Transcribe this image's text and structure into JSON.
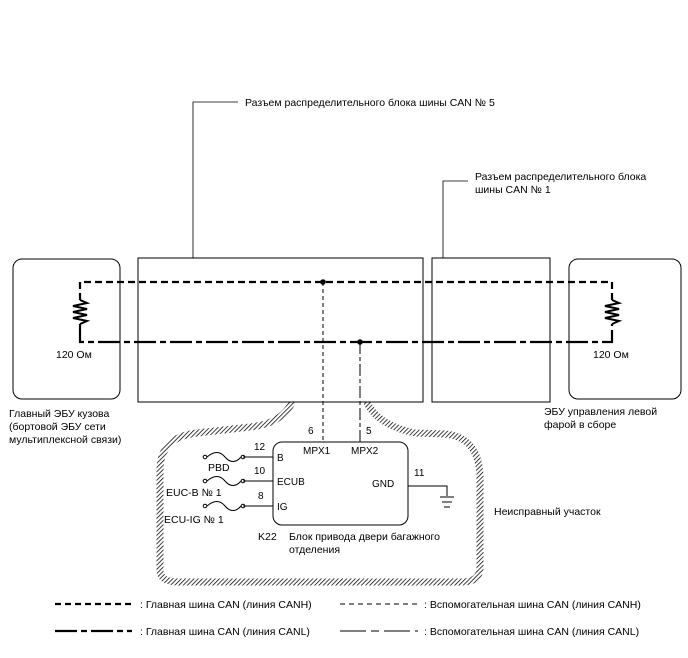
{
  "connectors": {
    "jb5": "Разъем распределительного блока шины CAN № 5",
    "jb1_line1": "Разъем распределительного блока",
    "jb1_line2": "шины CAN № 1"
  },
  "resistors": {
    "left_value": "120 Ом",
    "right_value": "120 Ом"
  },
  "ecus": {
    "main_body_line1": "Главный ЭБУ кузова",
    "main_body_line2": "(бортовой ЭБУ сети",
    "main_body_line3": "мультиплексной связи)",
    "headlamp_line1": "ЭБУ управления левой",
    "headlamp_line2": "фарой в сборе"
  },
  "door_ecu": {
    "code": "K22",
    "name_line1": "Блок привода двери багажного",
    "name_line2": "отделения",
    "pins": {
      "p6": "6",
      "p5": "5",
      "p12": "12",
      "p10": "10",
      "p8": "8",
      "p11": "11",
      "mpx1": "MPX1",
      "mpx2": "MPX2",
      "b": "B",
      "ecub": "ECUB",
      "ig": "IG",
      "gnd": "GND"
    },
    "fuses": {
      "pbd": "PBD",
      "eucb": "EUC-B № 1",
      "ecuig": "ECU-IG № 1"
    }
  },
  "fault_label": "Неисправный участок",
  "legend": {
    "main_canh": ": Главная шина CAN (линия CANH)",
    "sub_canh": ": Вспомогательная шина CAN (линия CANH)",
    "main_canl": ": Главная шина CAN (линия CANL)",
    "sub_canl": ": Вспомогательная шина CAN (линия CANL)"
  }
}
